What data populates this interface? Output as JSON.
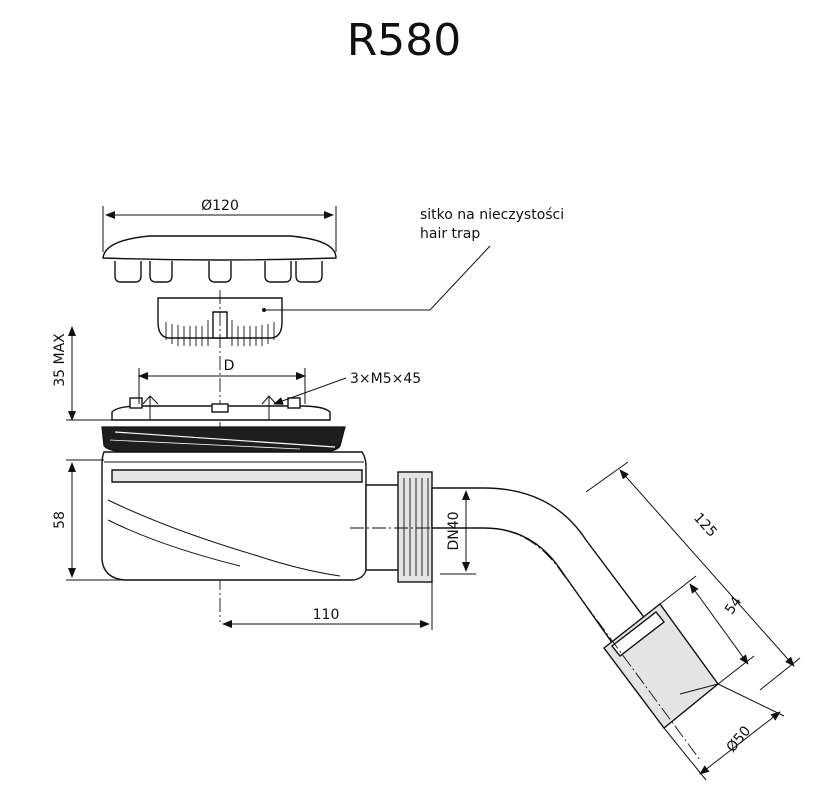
{
  "title": "R580",
  "callouts": {
    "hair_trap_pl": "sitko na nieczystości",
    "hair_trap_en": "hair trap",
    "screws": "3×M5×45"
  },
  "dimensions": {
    "cover_diameter": "Ø120",
    "flange_d": "D",
    "height_max": "35 MAX",
    "body_height": "58",
    "outlet_offset": "110",
    "pipe_dn": "DN40",
    "elbow_length": "125",
    "socket_length": "54",
    "outlet_diameter": "Ø50"
  },
  "colors": {
    "line": "#111111",
    "seal": "#1e1e1e",
    "background": "#ffffff"
  }
}
